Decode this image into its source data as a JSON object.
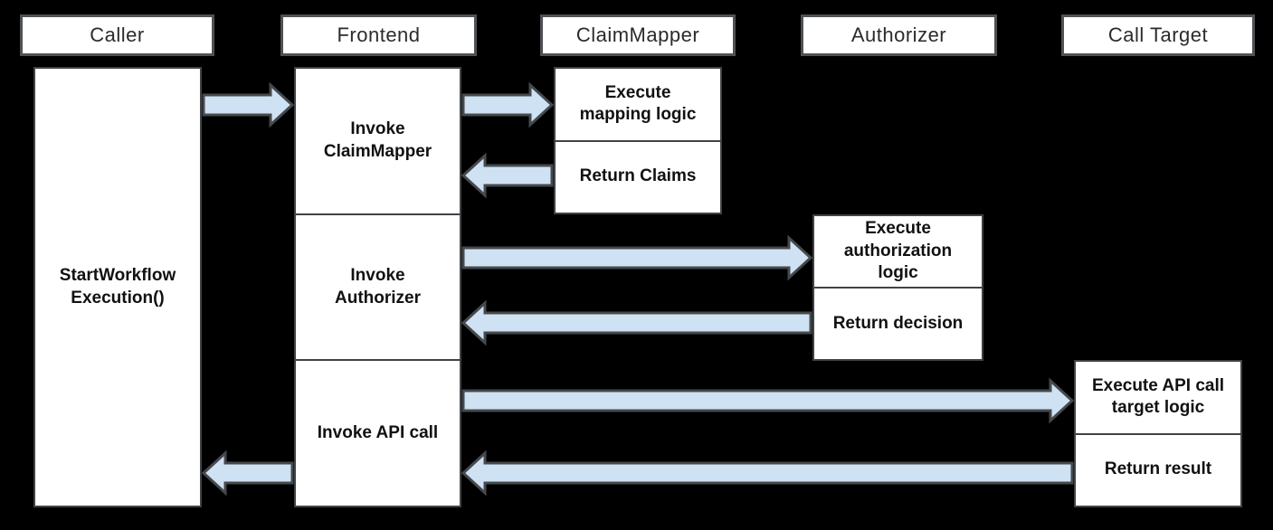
{
  "diagram": {
    "lanes": [
      {
        "label": "Caller"
      },
      {
        "label": "Frontend"
      },
      {
        "label": "ClaimMapper"
      },
      {
        "label": "Authorizer"
      },
      {
        "label": "Call Target"
      }
    ],
    "boxes": {
      "caller_action": "StartWorkflow\nExecution()",
      "frontend_invoke_claimmapper": "Invoke\nClaimMapper",
      "frontend_invoke_authorizer": "Invoke\nAuthorizer",
      "frontend_invoke_api": "Invoke API call",
      "claimmapper_execute": "Execute\nmapping logic",
      "claimmapper_return": "Return Claims",
      "authorizer_execute": "Execute\nauthorization\nlogic",
      "authorizer_return": "Return decision",
      "calltarget_execute": "Execute API call\ntarget logic",
      "calltarget_return": "Return result"
    },
    "flows": [
      {
        "from": "Caller",
        "to": "Frontend",
        "direction": "right"
      },
      {
        "from": "Frontend",
        "to": "ClaimMapper",
        "direction": "right"
      },
      {
        "from": "ClaimMapper",
        "to": "Frontend",
        "direction": "left"
      },
      {
        "from": "Frontend",
        "to": "Authorizer",
        "direction": "right"
      },
      {
        "from": "Authorizer",
        "to": "Frontend",
        "direction": "left"
      },
      {
        "from": "Frontend",
        "to": "Call Target",
        "direction": "right"
      },
      {
        "from": "Call Target",
        "to": "Frontend",
        "direction": "left"
      },
      {
        "from": "Frontend",
        "to": "Caller",
        "direction": "left"
      }
    ]
  },
  "colors": {
    "background": "#000000",
    "box_fill": "#ffffff",
    "box_border": "#404346",
    "arrow_fill": "#cfe2f3",
    "arrow_stroke": "#45494d",
    "text": "#111111"
  }
}
